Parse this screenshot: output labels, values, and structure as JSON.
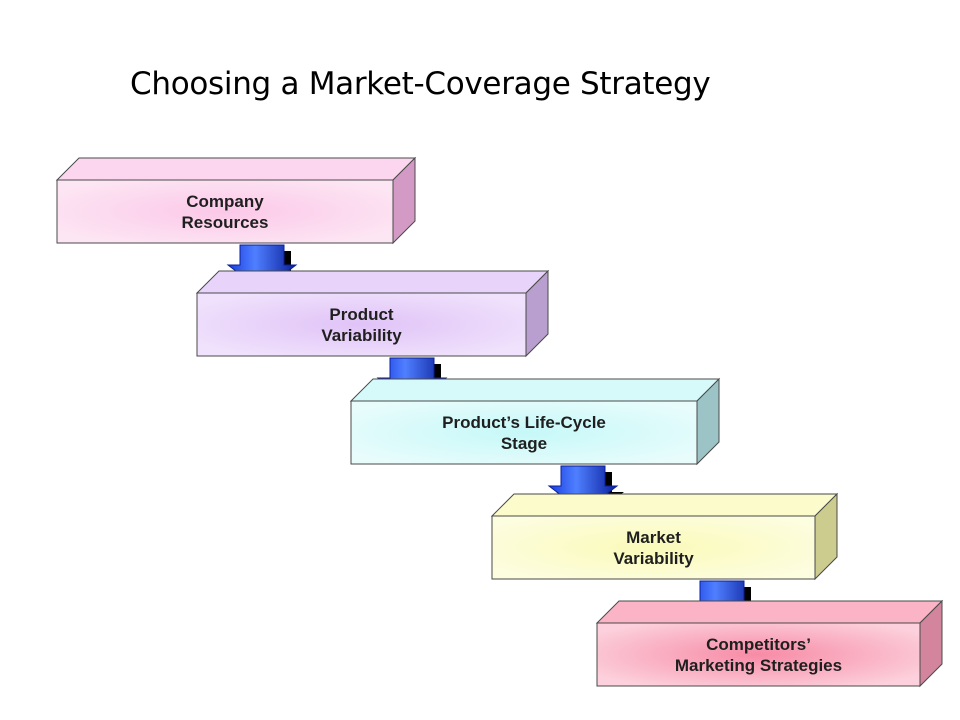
{
  "title": "Choosing a Market-Coverage Strategy",
  "steps": [
    {
      "line1": "Company",
      "line2": "Resources",
      "colors": {
        "center": "#fbc8e8",
        "edge": "#fde6f4",
        "top": "#fbd6ee",
        "side": "#d49ac6"
      }
    },
    {
      "line1": "Product",
      "line2": "Variability",
      "colors": {
        "center": "#e0c3f7",
        "edge": "#f0e2fc",
        "top": "#e8d4fa",
        "side": "#b99ed0"
      }
    },
    {
      "line1": "Product’s Life-Cycle",
      "line2": "Stage",
      "colors": {
        "center": "#c6f8f8",
        "edge": "#e8fcfc",
        "top": "#d6fafa",
        "side": "#9cc4c6"
      }
    },
    {
      "line1": "Market",
      "line2": "Variability",
      "colors": {
        "center": "#fafab9",
        "edge": "#fdfde0",
        "top": "#fbfbcc",
        "side": "#cccc8e"
      }
    },
    {
      "line1": "Competitors’",
      "line2": "Marketing Strategies",
      "colors": {
        "center": "#f78ba6",
        "edge": "#fcd0dc",
        "top": "#fab4c6",
        "side": "#d3859d"
      }
    }
  ],
  "arrow_colors": {
    "light": "#4f7fff",
    "mid": "#1a3fe0",
    "dark": "#0a1f9a",
    "shadow": "#000000"
  }
}
